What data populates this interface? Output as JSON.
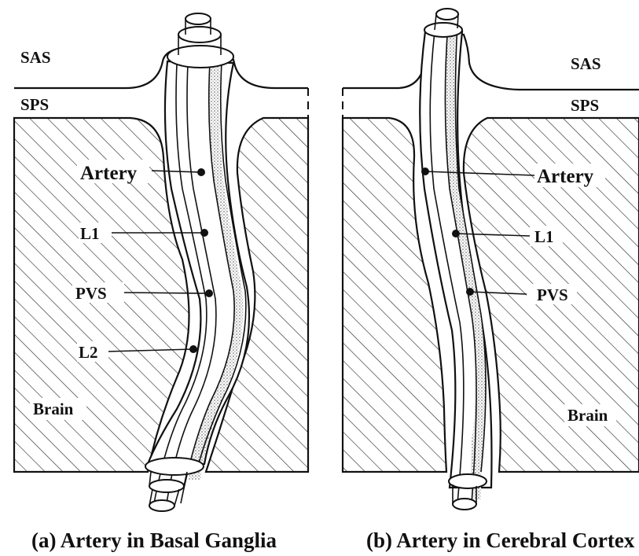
{
  "panel_a": {
    "labels": {
      "sas": "SAS",
      "sps": "SPS",
      "artery": "Artery",
      "l1": "L1",
      "pvs": "PVS",
      "l2": "L2",
      "brain": "Brain"
    },
    "caption": "(a) Artery in Basal Ganglia"
  },
  "panel_b": {
    "labels": {
      "sas": "SAS",
      "sps": "SPS",
      "artery": "Artery",
      "l1": "L1",
      "pvs": "PVS",
      "brain": "Brain"
    },
    "caption": "(b) Artery in Cerebral Cortex"
  }
}
